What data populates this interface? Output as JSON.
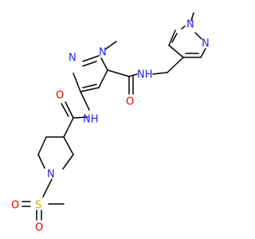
{
  "molecule": {
    "atoms": {
      "n_pz1_n1": "N",
      "n_pz1_n2": "N",
      "n_amide1_nh": "NH",
      "o_amide1": "O",
      "n_pz2_n1": "N",
      "n_pz2_n2": "N",
      "n_amide2_nh": "NH",
      "o_amide2": "O",
      "n_piperidine": "N",
      "s_sulfonyl": "S",
      "o_sulfonyl_left": "O",
      "o_sulfonyl_down": "O"
    }
  },
  "colors": {
    "nitrogen": "#2424f0",
    "oxygen": "#e00000",
    "sulfur": "#c8b400",
    "carbon_bond": "#000000"
  }
}
